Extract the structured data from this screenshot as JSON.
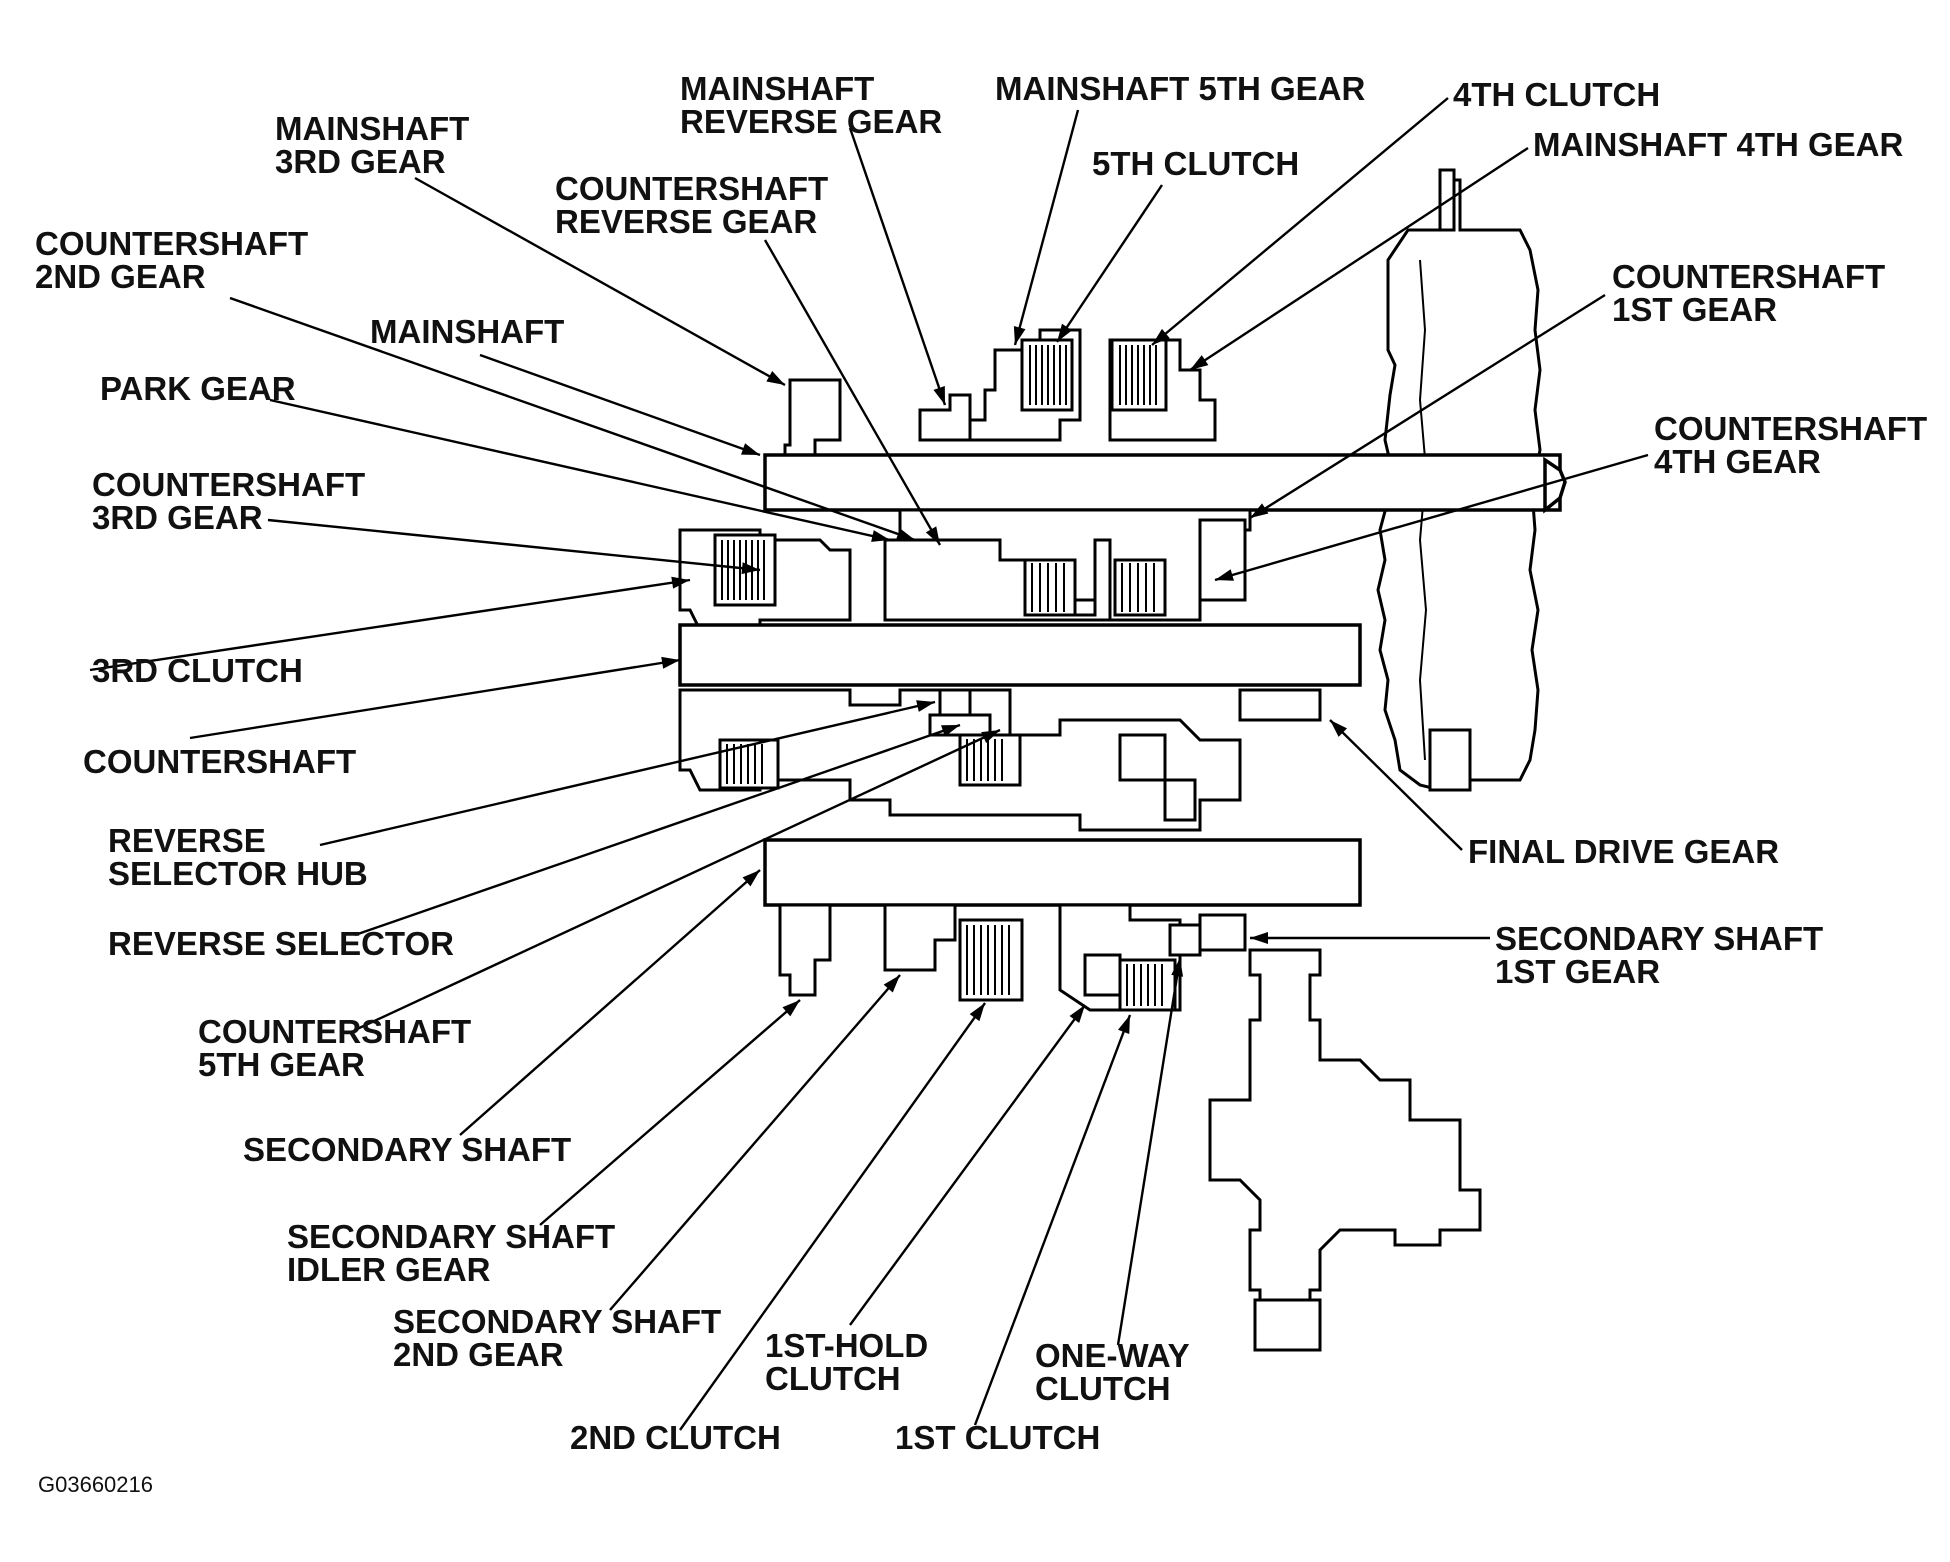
{
  "labels": {
    "mainshaft_reverse_gear": [
      "MAINSHAFT",
      "REVERSE GEAR"
    ],
    "mainshaft_5th_gear": [
      "MAINSHAFT 5TH GEAR"
    ],
    "clutch_4th": [
      "4TH CLUTCH"
    ],
    "mainshaft_3rd_gear": [
      "MAINSHAFT",
      "3RD GEAR"
    ],
    "countershaft_reverse_gear": [
      "COUNTERSHAFT",
      "REVERSE GEAR"
    ],
    "clutch_5th": [
      "5TH CLUTCH"
    ],
    "mainshaft_4th_gear": [
      "MAINSHAFT 4TH GEAR"
    ],
    "countershaft_2nd_gear": [
      "COUNTERSHAFT",
      "2ND GEAR"
    ],
    "countershaft_1st_gear": [
      "COUNTERSHAFT",
      "1ST GEAR"
    ],
    "mainshaft": [
      "MAINSHAFT"
    ],
    "park_gear": [
      "PARK GEAR"
    ],
    "countershaft_4th_gear": [
      "COUNTERSHAFT",
      "4TH GEAR"
    ],
    "countershaft_3rd_gear": [
      "COUNTERSHAFT",
      "3RD GEAR"
    ],
    "clutch_3rd": [
      "3RD CLUTCH"
    ],
    "countershaft": [
      "COUNTERSHAFT"
    ],
    "reverse_selector_hub": [
      "REVERSE",
      "SELECTOR HUB"
    ],
    "final_drive_gear": [
      "FINAL DRIVE GEAR"
    ],
    "reverse_selector": [
      "REVERSE SELECTOR"
    ],
    "secondary_shaft_1st_gear": [
      "SECONDARY SHAFT",
      "1ST GEAR"
    ],
    "countershaft_5th_gear": [
      "COUNTERSHAFT",
      "5TH GEAR"
    ],
    "secondary_shaft": [
      "SECONDARY SHAFT"
    ],
    "secondary_shaft_idler_gear": [
      "SECONDARY SHAFT",
      "IDLER GEAR"
    ],
    "secondary_shaft_2nd_gear": [
      "SECONDARY SHAFT",
      "2ND GEAR"
    ],
    "hold_clutch_1st": [
      "1ST-HOLD",
      "CLUTCH"
    ],
    "one_way_clutch": [
      "ONE-WAY",
      "CLUTCH"
    ],
    "clutch_2nd": [
      "2ND CLUTCH"
    ],
    "clutch_1st": [
      "1ST CLUTCH"
    ]
  },
  "figure_code": "G03660216"
}
